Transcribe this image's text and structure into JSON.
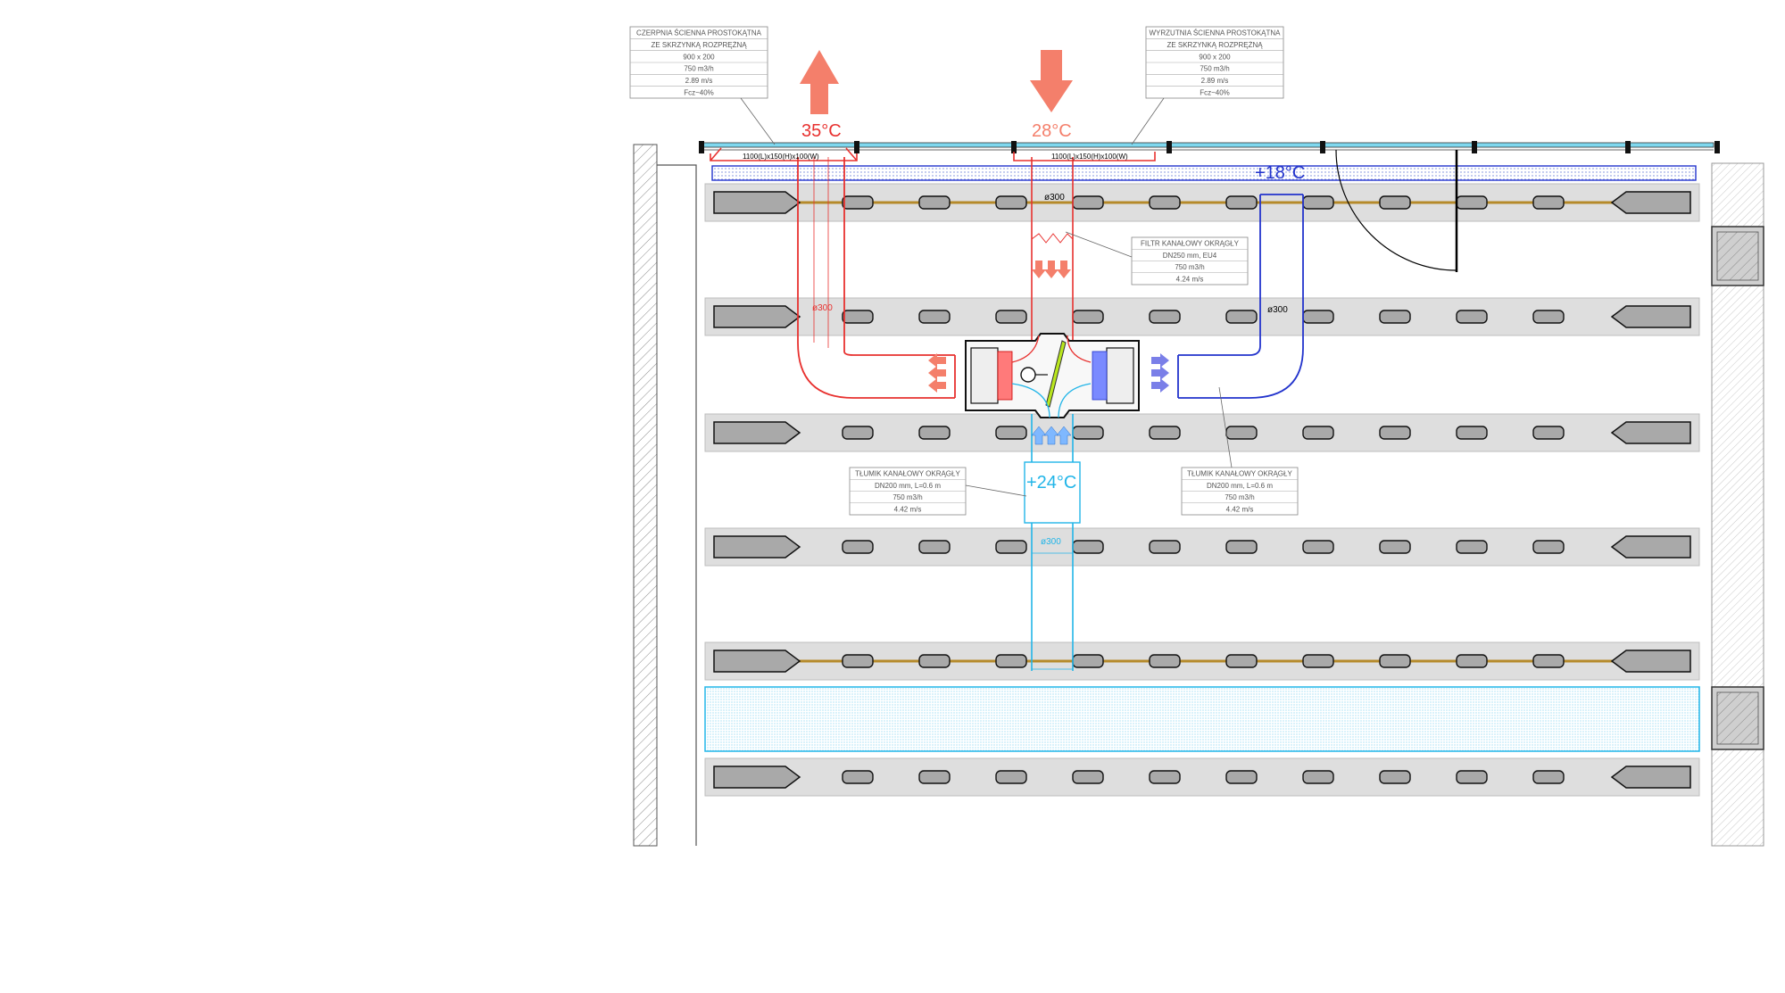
{
  "diagram": {
    "intake_note": {
      "lines": [
        "CZERPNIA ŚCIENNA PROSTOKĄTNA",
        "ZE SKRZYNKĄ ROZPRĘŻNĄ",
        "900 x 200",
        "750 m3/h",
        "2.89 m/s",
        "Fcz~40%"
      ]
    },
    "exhaust_note": {
      "lines": [
        "WYRZUTNIA ŚCIENNA PROSTOKĄTNA",
        "ZE SKRZYNKĄ ROZPRĘŻNĄ",
        "900 x 200",
        "750 m3/h",
        "2.89 m/s",
        "Fcz~40%"
      ]
    },
    "filter_note": {
      "lines": [
        "FILTR KANAŁOWY OKRĄGŁY",
        "DN250 mm, EU4",
        "750 m3/h",
        "4.24 m/s"
      ]
    },
    "silencer_left_note": {
      "lines": [
        "TŁUMIK KANAŁOWY OKRĄGŁY",
        "DN200 mm, L=0.6 m",
        "750 m3/h",
        "4.42 m/s"
      ]
    },
    "silencer_right_note": {
      "lines": [
        "TŁUMIK KANAŁOWY OKRĄGŁY",
        "DN200 mm, L=0.6 m",
        "750 m3/h",
        "4.42 m/s"
      ]
    },
    "temperatures": {
      "exhaust": "35°C",
      "intake": "28°C",
      "supply_room": "+18°C",
      "extract_room": "+24°C"
    },
    "dimensions": {
      "left_grille": "1100(L)x150(H)x100(W)",
      "right_grille": "1100(L)x150(H)x100(W)"
    },
    "duct_labels": {
      "top_center": "ø300",
      "left_red": "ø300",
      "right_blue": "ø300",
      "bottom_cyan": "ø300"
    },
    "colors": {
      "exhaust_red": "#e8312f",
      "intake_salmon": "#f47f6b",
      "supply_blue": "#2233cc",
      "extract_cyan": "#22b5e8",
      "slab_gray": "#dedede",
      "wall_hatch": "#8a8a8a"
    }
  }
}
